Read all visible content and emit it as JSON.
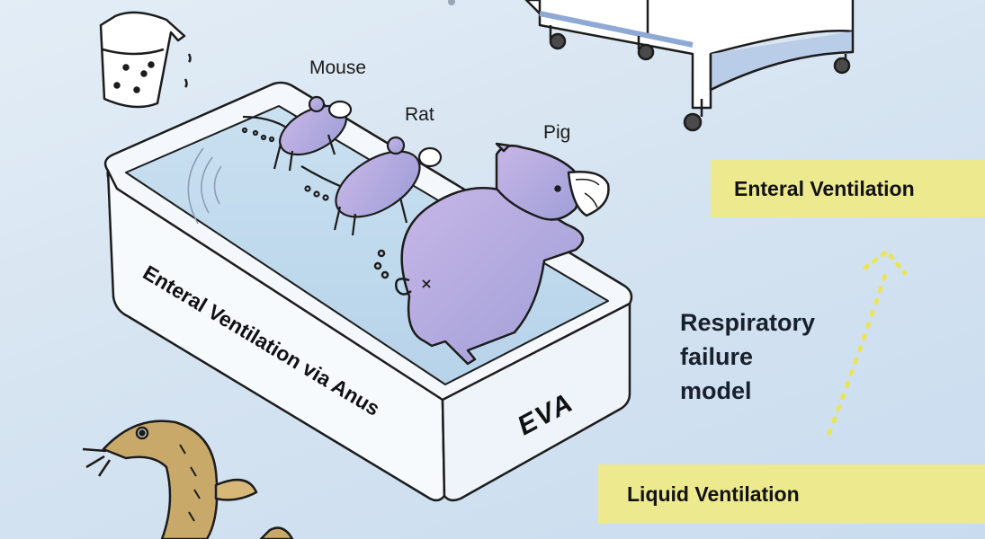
{
  "animals": {
    "mouse": "Mouse",
    "rat": "Rat",
    "pig": "Pig"
  },
  "tank": {
    "side_text": "Enteral Ventilation via Anus",
    "brand": "EVA"
  },
  "progression": {
    "top": "Enteral Ventilation",
    "bottom": "Liquid Ventilation",
    "middle_lines": [
      "Respiratory",
      "failure",
      "model"
    ]
  },
  "colors": {
    "background": "#d6e4f1",
    "label_box": "#ece98e",
    "arrow": "#e9e55a",
    "animal_fill": "#b6a6de",
    "outline": "#1c1c1c",
    "loach": "#c9a96a"
  }
}
